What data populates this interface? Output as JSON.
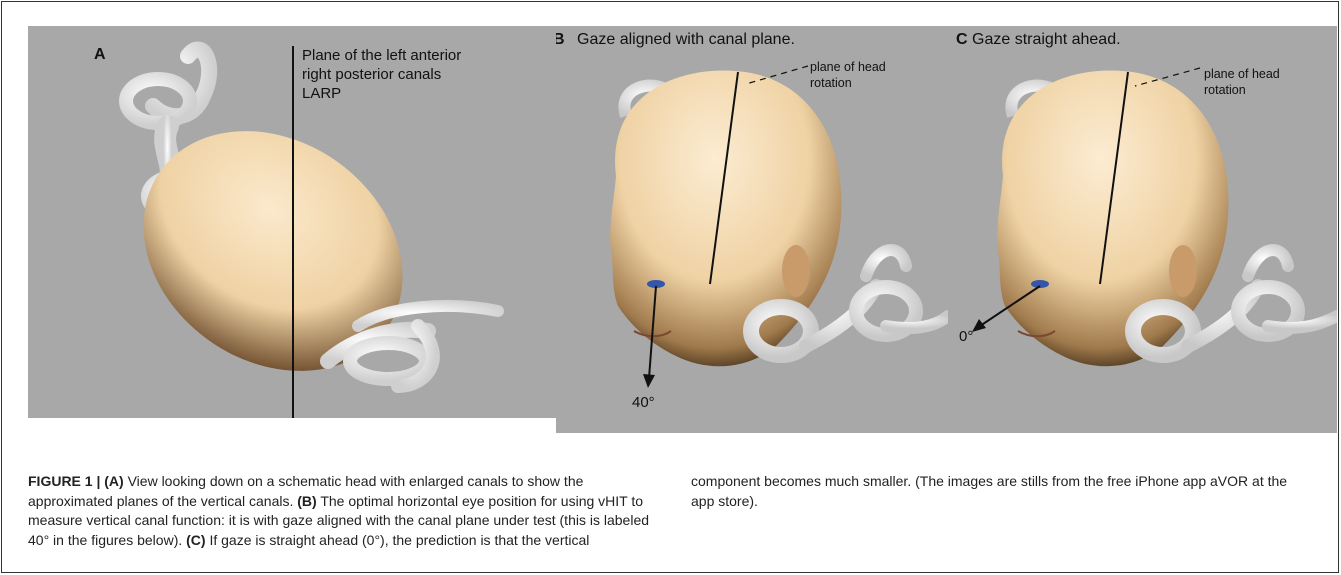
{
  "panels": {
    "a": {
      "letter": "A",
      "plane_label_lines": [
        "Plane of the left anterior",
        "right posterior canals",
        "LARP"
      ]
    },
    "b": {
      "letter": "B",
      "title": "Gaze aligned with canal plane.",
      "note_lines": [
        "plane of head",
        "rotation"
      ],
      "angle_label": "40°"
    },
    "c": {
      "letter": "C",
      "title": "Gaze straight ahead.",
      "note_lines": [
        "plane of head",
        "rotation"
      ],
      "angle_label": "0°"
    }
  },
  "caption": {
    "figure_label": "FIGURE 1 | ",
    "a_tag": "(A)",
    "a_text": " View looking down on a schematic head with enlarged canals to show the approximated planes of the vertical canals. ",
    "b_tag": "(B)",
    "b_text": " The optimal horizontal eye position for using vHIT to measure vertical canal function: it is with gaze aligned with the canal plane under test (this is labeled 40° in the figures below). ",
    "c_tag": "(C)",
    "c_text": " If gaze is straight ahead (0°), the prediction is that the vertical component becomes much smaller. (The images are stills from the free iPhone app aVOR at the app store)."
  },
  "colors": {
    "panel_background": "#a8a8a8",
    "skin": "#f0d8b0",
    "canal": "#ececec",
    "iris": "#3355aa"
  }
}
